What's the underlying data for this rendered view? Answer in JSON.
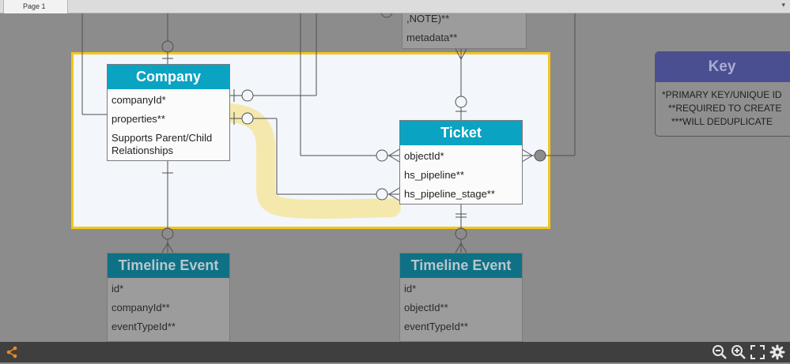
{
  "tabs": {
    "page1": "Page 1"
  },
  "entities": {
    "company": {
      "title": "Company",
      "fields": [
        "companyId*",
        "properties**",
        "Supports Parent/Child Relationships"
      ]
    },
    "ticket": {
      "title": "Ticket",
      "fields": [
        "objectId*",
        "hs_pipeline**",
        "hs_pipeline_stage**"
      ]
    },
    "timeline_left": {
      "title": "Timeline Event",
      "fields": [
        "id*",
        "companyId**",
        "eventTypeId**"
      ]
    },
    "timeline_right": {
      "title": "Timeline Event",
      "fields": [
        "id*",
        "objectId**",
        "eventTypeId**"
      ]
    },
    "top_partial": {
      "fields": [
        ",NOTE)**",
        "metadata**"
      ]
    }
  },
  "key": {
    "title": "Key",
    "lines": [
      "*PRIMARY KEY/UNIQUE ID",
      "**REQUIRED TO CREATE",
      "***WILL DEDUPLICATE"
    ]
  },
  "colors": {
    "header_active": "#0aa3c2",
    "header_dim": "#0f7186",
    "highlight_border": "#f3c51d",
    "marker": "#f5e7a4",
    "key_header": "#4a4f92"
  },
  "icons": {
    "share": "share-icon",
    "zoom_out": "zoom-out-icon",
    "zoom_in": "zoom-in-icon",
    "fit": "fit-screen-icon",
    "settings": "gear-icon"
  }
}
